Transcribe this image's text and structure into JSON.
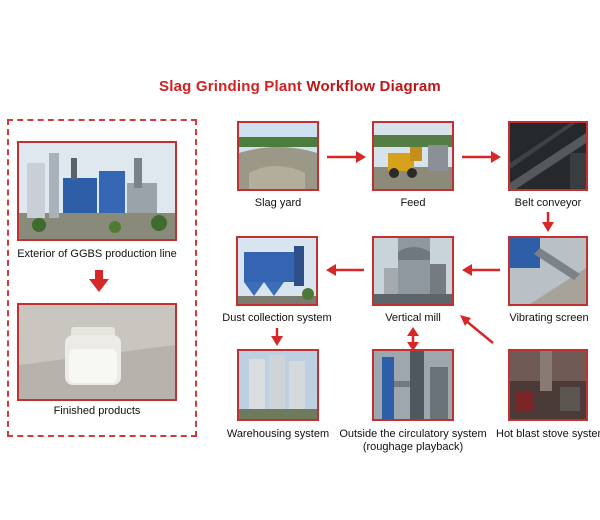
{
  "title": {
    "part1": "Slag Grinding Plant",
    "part2": "Workflow Diagram"
  },
  "left_panel": {
    "top_label": "Exterior of GGBS production line",
    "bottom_label": "Finished products"
  },
  "steps": {
    "slag_yard": "Slag yard",
    "feed": "Feed",
    "belt_conveyor": "Belt conveyor",
    "dust_collection": "Dust collection system",
    "vertical_mill": "Vertical mill",
    "vibrating_screen": "Vibrating screen",
    "warehousing": "Warehousing system",
    "outside_circ_1": "Outside the circulatory system",
    "outside_circ_2": "(roughage playback)",
    "hot_blast": "Hot blast stove system"
  },
  "colors": {
    "accent": "#d42020",
    "arrow": "#d62828",
    "frame": "#c23030"
  },
  "icons": [
    "arrow-right",
    "arrow-left",
    "arrow-down",
    "arrow-up",
    "arrow-diagonal"
  ]
}
